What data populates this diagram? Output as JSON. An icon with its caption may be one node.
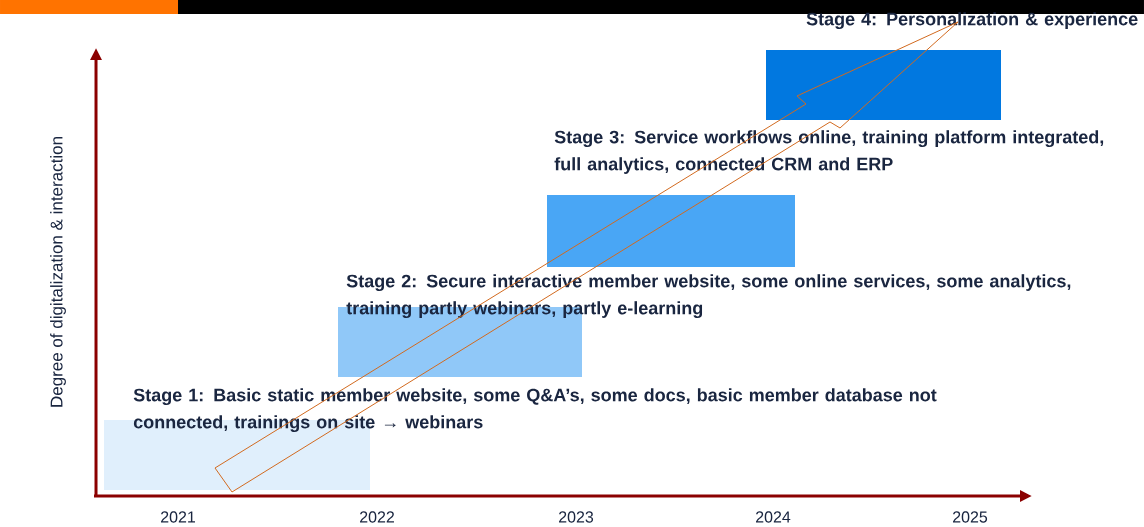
{
  "diagram": {
    "nodes": [
      {
        "text": [
          "Stage 1: Basic static member website, some Q&A’s, some docs, basic member database not connected, trainings on site → webinars"
        ]
      },
      {
        "text": [
          "Stage 2: Secure interactive member website, some online services, some analytics, training partly webinars, partly e-learning"
        ]
      },
      {
        "text": [
          "Stage 3: Service workflows online, training platform integrated, full analytics, connected CRM and ERP"
        ]
      },
      {
        "text": [
          "Stage 4: Personalization & experience"
        ]
      }
    ],
    "labels": [
      "Degree of digitalization & interaction",
      "2021",
      "2022",
      "2023",
      "2024",
      "2025"
    ]
  }
}
